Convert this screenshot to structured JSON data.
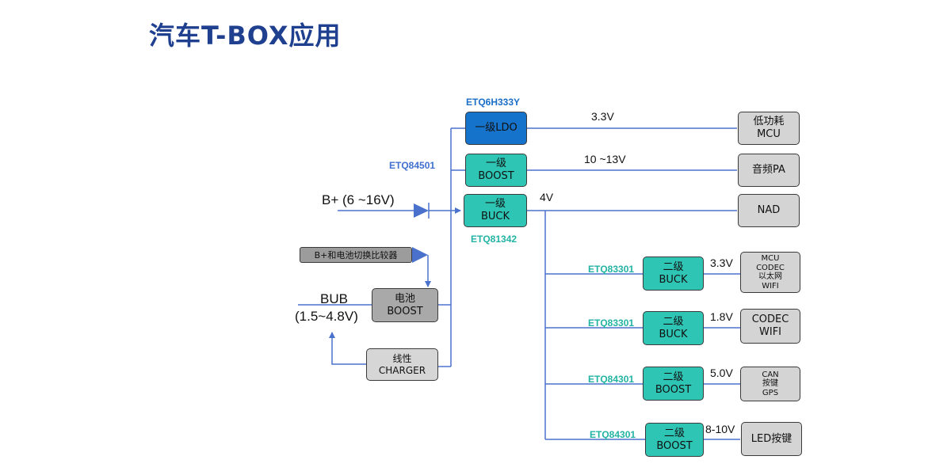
{
  "title": "汽车T-BOX应用",
  "inputs": {
    "b_plus": "B+ (6 ~16V)",
    "bub_name": "BUB",
    "bub_range": "(1.5~4.8V)"
  },
  "comparator": {
    "label": "B+和电池切换比较器"
  },
  "battery_boost": {
    "line1": "电池",
    "line2": "BOOST"
  },
  "charger": {
    "line1": "线性",
    "line2": "CHARGER"
  },
  "stage1": {
    "ldo": {
      "line1": "一级LDO",
      "part": "ETQ6H333Y",
      "voltage": "3.3V",
      "load": [
        "低功耗",
        "MCU"
      ]
    },
    "boost": {
      "line1": "一级",
      "line2": "BOOST",
      "part": "ETQ84501",
      "voltage": "10 ~13V",
      "load": [
        "音频PA"
      ]
    },
    "buck": {
      "line1": "一级",
      "line2": "BUCK",
      "part": "ETQ81342",
      "voltage": "4V",
      "load": [
        "NAD"
      ]
    }
  },
  "stage2": [
    {
      "line1": "二级",
      "line2": "BUCK",
      "part": "ETQ83301",
      "voltage": "3.3V",
      "load": [
        "MCU",
        "CODEC",
        "以太网",
        "WIFI"
      ]
    },
    {
      "line1": "二级",
      "line2": "BUCK",
      "part": "ETQ83301",
      "voltage": "1.8V",
      "load": [
        "CODEC",
        "WIFI"
      ]
    },
    {
      "line1": "二级",
      "line2": "BOOST",
      "part": "ETQ84301",
      "voltage": "5.0V",
      "load": [
        "CAN",
        "按键",
        "GPS"
      ]
    },
    {
      "line1": "二级",
      "line2": "BOOST",
      "part": "ETQ84301",
      "voltage": "8-10V",
      "load": [
        "LED按键"
      ]
    }
  ],
  "colors": {
    "title": "#1f3f8f",
    "wire": "#4a72cc",
    "teal_block": "#2ec5b5",
    "blue_block": "#1673cc",
    "grey_block": "#a9a9a9",
    "part_blue": "#3f6fcf",
    "part_teal": "#22b3a3"
  }
}
